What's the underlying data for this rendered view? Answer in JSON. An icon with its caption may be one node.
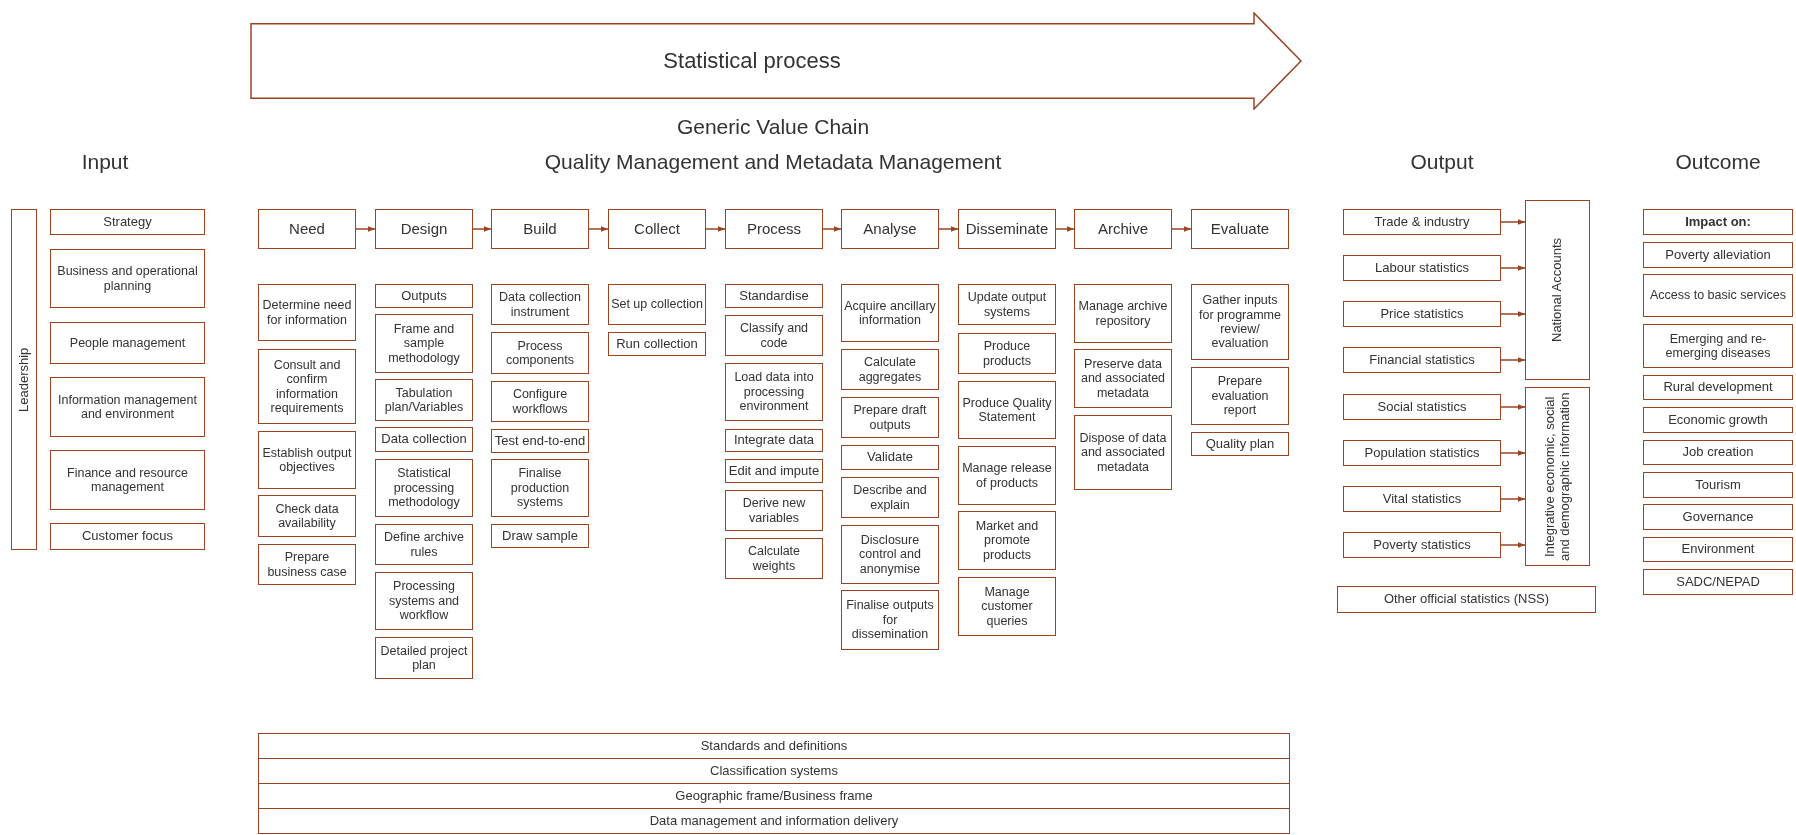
{
  "diagram": {
    "nodes": [
      {
        "text": [
          "Statistical process"
        ]
      },
      {
        "text": [
          "Leadership"
        ]
      },
      {
        "text": [
          "Strategy"
        ]
      },
      {
        "text": [
          "Business and operational planning"
        ]
      },
      {
        "text": [
          "People management"
        ]
      },
      {
        "text": [
          "Information management and environment"
        ]
      },
      {
        "text": [
          "Finance and resource management"
        ]
      },
      {
        "text": [
          "Customer focus"
        ]
      },
      {
        "text": [
          "Need"
        ]
      },
      {
        "text": [
          "Design"
        ]
      },
      {
        "text": [
          "Build"
        ]
      },
      {
        "text": [
          "Collect"
        ]
      },
      {
        "text": [
          "Process"
        ]
      },
      {
        "text": [
          "Analyse"
        ]
      },
      {
        "text": [
          "Disseminate"
        ]
      },
      {
        "text": [
          "Archive"
        ]
      },
      {
        "text": [
          "Evaluate"
        ]
      },
      {
        "text": [
          "Determine need for information"
        ]
      },
      {
        "text": [
          "Consult and confirm information requirements"
        ]
      },
      {
        "text": [
          "Establish output objectives"
        ]
      },
      {
        "text": [
          "Check data availability"
        ]
      },
      {
        "text": [
          "Prepare business case"
        ]
      },
      {
        "text": [
          "Outputs"
        ]
      },
      {
        "text": [
          "Frame and sample methodology"
        ]
      },
      {
        "text": [
          "Tabulation plan/Variables"
        ]
      },
      {
        "text": [
          "Data collection"
        ]
      },
      {
        "text": [
          "Statistical processing methodology"
        ]
      },
      {
        "text": [
          "Define archive rules"
        ]
      },
      {
        "text": [
          "Processing systems and workflow"
        ]
      },
      {
        "text": [
          "Detailed project plan"
        ]
      },
      {
        "text": [
          "Data collection instrument"
        ]
      },
      {
        "text": [
          "Process components"
        ]
      },
      {
        "text": [
          "Configure workflows"
        ]
      },
      {
        "text": [
          "Test end-to-end"
        ]
      },
      {
        "text": [
          "Finalise production systems"
        ]
      },
      {
        "text": [
          "Draw sample"
        ]
      },
      {
        "text": [
          "Set up collection"
        ]
      },
      {
        "text": [
          "Run collection"
        ]
      },
      {
        "text": [
          "Standardise"
        ]
      },
      {
        "text": [
          "Classify and code"
        ]
      },
      {
        "text": [
          "Load data into processing environment"
        ]
      },
      {
        "text": [
          "Integrate data"
        ]
      },
      {
        "text": [
          "Edit and impute"
        ]
      },
      {
        "text": [
          "Derive new variables"
        ]
      },
      {
        "text": [
          "Calculate weights"
        ]
      },
      {
        "text": [
          "Acquire ancillary information"
        ]
      },
      {
        "text": [
          "Calculate aggregates"
        ]
      },
      {
        "text": [
          "Prepare draft outputs"
        ]
      },
      {
        "text": [
          "Validate"
        ]
      },
      {
        "text": [
          "Describe and explain"
        ]
      },
      {
        "text": [
          "Disclosure control and anonymise"
        ]
      },
      {
        "text": [
          "Finalise outputs for dissemination"
        ]
      },
      {
        "text": [
          "Update output systems"
        ]
      },
      {
        "text": [
          "Produce products"
        ]
      },
      {
        "text": [
          "Produce Quality Statement"
        ]
      },
      {
        "text": [
          "Manage release of products"
        ]
      },
      {
        "text": [
          "Market and promote products"
        ]
      },
      {
        "text": [
          "Manage customer queries"
        ]
      },
      {
        "text": [
          "Manage archive repository"
        ]
      },
      {
        "text": [
          "Preserve data and associated metadata"
        ]
      },
      {
        "text": [
          "Dispose of data and associated metadata"
        ]
      },
      {
        "text": [
          "Gather inputs for programme review/ evaluation"
        ]
      },
      {
        "text": [
          "Prepare evaluation report"
        ]
      },
      {
        "text": [
          "Quality plan"
        ]
      },
      {
        "text": [
          "Trade & industry"
        ]
      },
      {
        "text": [
          "Labour statistics"
        ]
      },
      {
        "text": [
          "Price statistics"
        ]
      },
      {
        "text": [
          "Financial statistics"
        ]
      },
      {
        "text": [
          "Social statistics"
        ]
      },
      {
        "text": [
          "Population statistics"
        ]
      },
      {
        "text": [
          "Vital statistics"
        ]
      },
      {
        "text": [
          "Poverty statistics"
        ]
      },
      {
        "text": [
          "National Accounts"
        ]
      },
      {
        "text": [
          "Integrative economic, social and demographic information"
        ]
      },
      {
        "text": [
          "Other official statistics (NSS)"
        ]
      },
      {
        "text": [
          "Impact on:"
        ]
      },
      {
        "text": [
          "Poverty alleviation"
        ]
      },
      {
        "text": [
          "Access to basic services"
        ]
      },
      {
        "text": [
          "Emerging and re- emerging diseases"
        ]
      },
      {
        "text": [
          "Rural development"
        ]
      },
      {
        "text": [
          "Economic growth"
        ]
      },
      {
        "text": [
          "Job creation"
        ]
      },
      {
        "text": [
          "Tourism"
        ]
      },
      {
        "text": [
          "Governance"
        ]
      },
      {
        "text": [
          "Environment"
        ]
      },
      {
        "text": [
          "SADC/NEPAD"
        ]
      },
      {
        "text": [
          "Standards and definitions"
        ]
      },
      {
        "text": [
          "Classification systems"
        ]
      },
      {
        "text": [
          "Geographic frame/Business frame"
        ]
      },
      {
        "text": [
          "Data management and information delivery"
        ]
      }
    ],
    "edges": [
      {
        "from": 8,
        "to": 9,
        "arrow": "to"
      },
      {
        "from": 9,
        "to": 10,
        "arrow": "to"
      },
      {
        "from": 10,
        "to": 11,
        "arrow": "to"
      },
      {
        "from": 11,
        "to": 12,
        "arrow": "to"
      },
      {
        "from": 12,
        "to": 13,
        "arrow": "to"
      },
      {
        "from": 13,
        "to": 14,
        "arrow": "to"
      },
      {
        "from": 14,
        "to": 15,
        "arrow": "to"
      },
      {
        "from": 15,
        "to": 16,
        "arrow": "to"
      },
      {
        "from": 64,
        "to": 72,
        "arrow": "to"
      },
      {
        "from": 65,
        "to": 72,
        "arrow": "to"
      },
      {
        "from": 66,
        "to": 72,
        "arrow": "to"
      },
      {
        "from": 67,
        "to": 72,
        "arrow": "to"
      },
      {
        "from": 68,
        "to": 73,
        "arrow": "to"
      },
      {
        "from": 69,
        "to": 73,
        "arrow": "to"
      },
      {
        "from": 70,
        "to": 73,
        "arrow": "to"
      },
      {
        "from": 71,
        "to": 73,
        "arrow": "to"
      }
    ],
    "labels": [
      "Generic Value Chain",
      "Input",
      "Quality Management and Metadata Management",
      "Output",
      "Outcome"
    ]
  }
}
